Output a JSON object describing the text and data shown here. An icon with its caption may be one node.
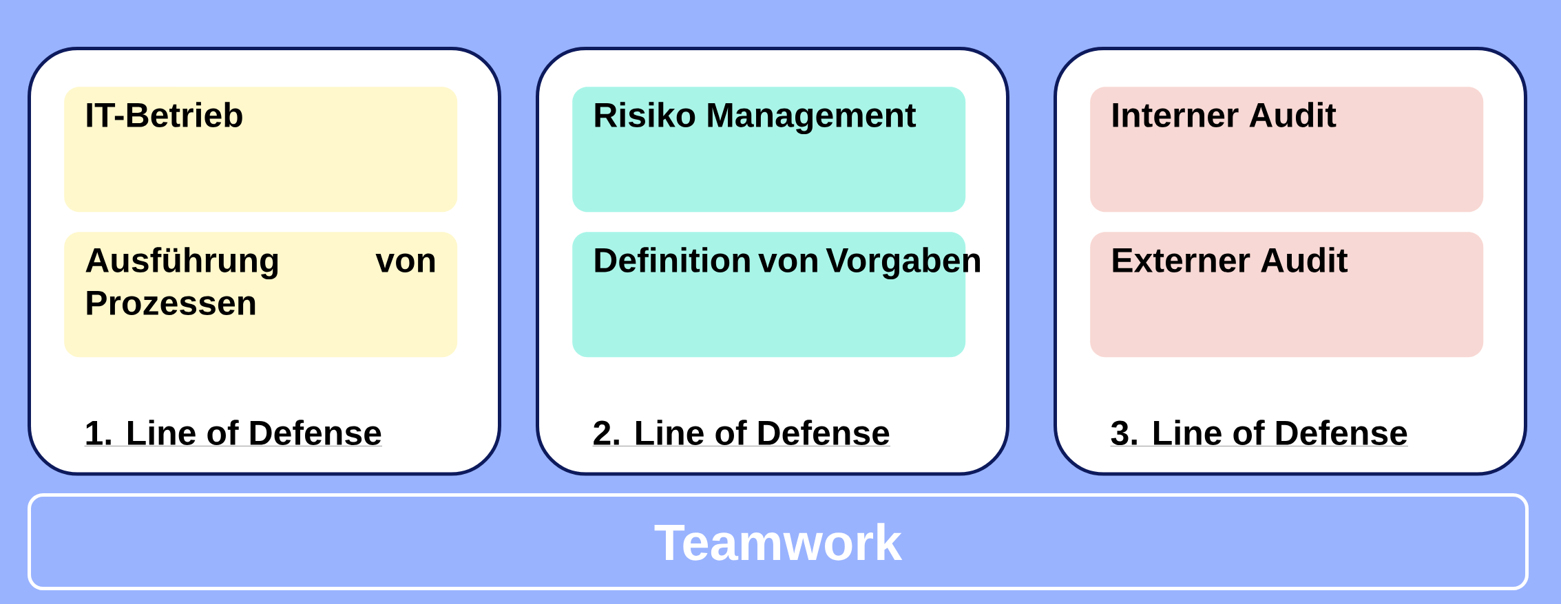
{
  "diagram": {
    "nodes": [
      {
        "text": [
          "1. Line of Defense"
        ]
      },
      {
        "text": [
          "IT-Betrieb"
        ],
        "in": 0
      },
      {
        "text": [
          "Ausführung von Prozessen"
        ],
        "in": 0
      },
      {
        "text": [
          "2. Line of Defense"
        ]
      },
      {
        "text": [
          "Risiko Management"
        ],
        "in": 3
      },
      {
        "text": [
          "Definition von Vorgaben"
        ],
        "in": 3
      },
      {
        "text": [
          "3. Line of Defense"
        ]
      },
      {
        "text": [
          "Interner Audit"
        ],
        "in": 6
      },
      {
        "text": [
          "Externer Audit"
        ],
        "in": 6
      },
      {
        "text": [
          "Teamwork"
        ]
      }
    ]
  }
}
